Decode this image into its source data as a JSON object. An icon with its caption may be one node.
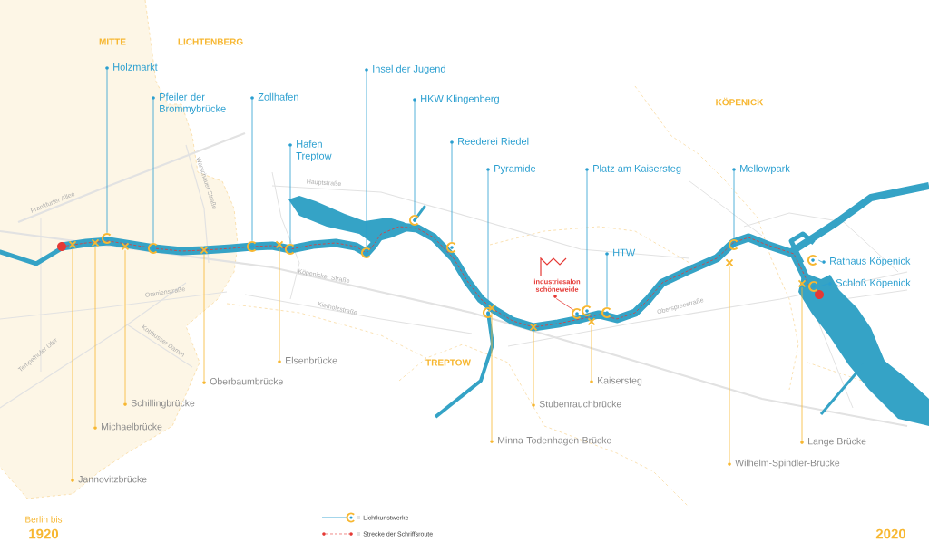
{
  "diagram": {
    "nodes": [
      {
        "text": [
          "Holzmarkt"
        ]
      },
      {
        "text": [
          "Pfeiler der Brommybrücke"
        ]
      },
      {
        "text": [
          "Zollhafen"
        ]
      },
      {
        "text": [
          "Hafen Treptow"
        ]
      },
      {
        "text": [
          "Insel der Jugend"
        ]
      },
      {
        "text": [
          "HKW Klingenberg"
        ]
      },
      {
        "text": [
          "Reederei Riedel"
        ]
      },
      {
        "text": [
          "Pyramide"
        ]
      },
      {
        "text": [
          "Platz am Kaisersteg"
        ]
      },
      {
        "text": [
          "HTW"
        ]
      },
      {
        "text": [
          "Mellowpark"
        ]
      },
      {
        "text": [
          "Rathaus Köpenick"
        ]
      },
      {
        "text": [
          "Schloß Köpenick"
        ]
      },
      {
        "text": [
          "industriesalon schöneweide"
        ]
      },
      {
        "text": [
          "Jannovitzbrücke"
        ]
      },
      {
        "text": [
          "Michaelbrücke"
        ]
      },
      {
        "text": [
          "Schillingbrücke"
        ]
      },
      {
        "text": [
          "Oberbaumbrücke"
        ]
      },
      {
        "text": [
          "Elsenbrücke"
        ]
      },
      {
        "text": [
          "Minna-Todenhagen-Brücke"
        ]
      },
      {
        "text": [
          "Stubenrauchbrücke"
        ]
      },
      {
        "text": [
          "Kaisersteg"
        ]
      },
      {
        "text": [
          "Wilhelm-Spindler-Brücke"
        ]
      },
      {
        "text": [
          "Lange Brücke"
        ]
      },
      {
        "text": [],
        "shape": "circle"
      },
      {
        "text": [],
        "shape": "circle"
      },
      {
        "text": [],
        "shape": "circle"
      },
      {
        "text": [],
        "shape": "circle"
      },
      {
        "text": [],
        "shape": "circle"
      },
      {
        "text": [],
        "shape": "circle"
      },
      {
        "text": [],
        "shape": "circle"
      },
      {
        "text": [],
        "shape": "circle"
      },
      {
        "text": [],
        "shape": "circle"
      },
      {
        "text": [],
        "shape": "circle"
      },
      {
        "text": [],
        "shape": "circle"
      },
      {
        "text": [],
        "shape": "circle"
      },
      {
        "text": [],
        "shape": "circle"
      },
      {
        "text": [],
        "shape": "circle"
      },
      {
        "text": [],
        "shape": "cross"
      },
      {
        "text": [],
        "shape": "cross"
      },
      {
        "text": [],
        "shape": "cross"
      },
      {
        "text": [],
        "shape": "cross"
      },
      {
        "text": [],
        "shape": "cross"
      },
      {
        "text": [],
        "shape": "cross"
      },
      {
        "text": [],
        "shape": "cross"
      },
      {
        "text": [],
        "shape": "cross"
      },
      {
        "text": [],
        "shape": "cross"
      },
      {
        "text": [],
        "shape": "cross"
      }
    ],
    "edges": [
      {
        "from": 0,
        "to": 24,
        "arrow": "none"
      },
      {
        "from": 1,
        "to": 25,
        "arrow": "none"
      },
      {
        "from": 2,
        "to": 26,
        "arrow": "none"
      },
      {
        "from": 3,
        "to": 27,
        "arrow": "none"
      },
      {
        "from": 4,
        "to": 28,
        "arrow": "none"
      },
      {
        "from": 5,
        "to": 29,
        "arrow": "none"
      },
      {
        "from": 6,
        "to": 30,
        "arrow": "none"
      },
      {
        "from": 7,
        "to": 31,
        "arrow": "none"
      },
      {
        "from": 8,
        "to": 32,
        "arrow": "none"
      },
      {
        "from": 9,
        "to": 33,
        "arrow": "none"
      },
      {
        "from": 10,
        "to": 34,
        "arrow": "none"
      },
      {
        "from": 11,
        "to": 35,
        "arrow": "none"
      },
      {
        "from": 12,
        "to": 36,
        "arrow": "none"
      },
      {
        "from": 13,
        "to": 37,
        "arrow": "none",
        "color": "#e53935"
      },
      {
        "from": 14,
        "to": 38,
        "arrow": "none",
        "color": "#f7b731"
      },
      {
        "from": 15,
        "to": 39,
        "arrow": "none",
        "color": "#f7b731"
      },
      {
        "from": 16,
        "to": 40,
        "arrow": "none",
        "color": "#f7b731"
      },
      {
        "from": 17,
        "to": 41,
        "arrow": "none",
        "color": "#f7b731"
      },
      {
        "from": 18,
        "to": 42,
        "arrow": "none",
        "color": "#f7b731"
      },
      {
        "from": 19,
        "to": 43,
        "arrow": "none",
        "color": "#f7b731"
      },
      {
        "from": 20,
        "to": 44,
        "arrow": "none",
        "color": "#f7b731"
      },
      {
        "from": 21,
        "to": 45,
        "arrow": "none",
        "color": "#f7b731"
      },
      {
        "from": 22,
        "to": 46,
        "arrow": "none",
        "color": "#f7b731"
      },
      {
        "from": 23,
        "to": 47,
        "arrow": "none",
        "color": "#f7b731"
      }
    ],
    "labels": [
      "MITTE",
      "LICHTENBERG",
      "KÖPENICK",
      "Frankfurter Allee",
      "Warschauer Straße",
      "Hauptstraße",
      "Köpenicker Straße",
      "Kiefholzstraße",
      "Oranienstraße",
      "Kottbusser Damm",
      "Tempelhofer Ufer",
      "TREPTOW",
      "Oberspreestraße",
      "Berlin bis",
      "1920",
      "2020"
    ],
    "legend": [
      {
        "text": "Lichtkunstwerke"
      },
      {
        "text": "Strecke der Schriffsroute"
      }
    ]
  }
}
